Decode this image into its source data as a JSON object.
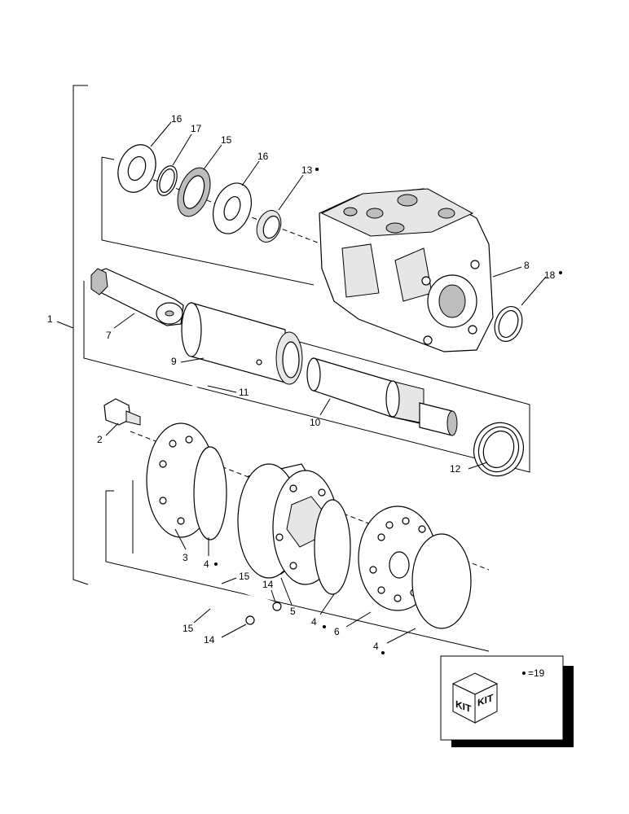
{
  "callouts": [
    {
      "id": "c16a",
      "text": "16"
    },
    {
      "id": "c17",
      "text": "17"
    },
    {
      "id": "c15a",
      "text": "15"
    },
    {
      "id": "c16b",
      "text": "16"
    },
    {
      "id": "c13",
      "text": "13"
    },
    {
      "id": "c8",
      "text": "8"
    },
    {
      "id": "c18",
      "text": "18"
    },
    {
      "id": "c1",
      "text": "1"
    },
    {
      "id": "c7",
      "text": "7"
    },
    {
      "id": "c9",
      "text": "9"
    },
    {
      "id": "c11",
      "text": "11"
    },
    {
      "id": "c10",
      "text": "10"
    },
    {
      "id": "c12",
      "text": "12"
    },
    {
      "id": "c2",
      "text": "2"
    },
    {
      "id": "c3",
      "text": "3"
    },
    {
      "id": "c4a",
      "text": "4"
    },
    {
      "id": "c5",
      "text": "5"
    },
    {
      "id": "c15b",
      "text": "15"
    },
    {
      "id": "c14a",
      "text": "14"
    },
    {
      "id": "c15c",
      "text": "15"
    },
    {
      "id": "c14b",
      "text": "14"
    },
    {
      "id": "c4b",
      "text": "4"
    },
    {
      "id": "c6",
      "text": "6"
    },
    {
      "id": "c4c",
      "text": "4"
    }
  ],
  "legend": {
    "kit_left": "KIT",
    "kit_right": "KIT",
    "note": "=19"
  }
}
